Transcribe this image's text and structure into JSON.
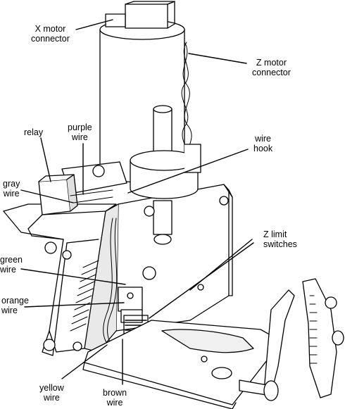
{
  "figure": {
    "labels": {
      "x_motor_connector": [
        "X motor",
        "connector"
      ],
      "z_motor_connector": [
        "Z motor",
        "connector"
      ],
      "relay": [
        "relay"
      ],
      "purple_wire": [
        "purple",
        "wire"
      ],
      "wire_hook": [
        "wire",
        "hook"
      ],
      "gray_wire": [
        "gray",
        "wire"
      ],
      "z_limit_switches": [
        "Z limit",
        "switches"
      ],
      "green_wire": [
        "green",
        "wire"
      ],
      "orange_wire": [
        "orange",
        "wire"
      ],
      "yellow_wire": [
        "yellow",
        "wire"
      ],
      "brown_wire": [
        "brown",
        "wire"
      ]
    },
    "colors": {
      "ink": "#000000",
      "paper": "#ffffff",
      "shade": "#d9d9d9"
    }
  }
}
